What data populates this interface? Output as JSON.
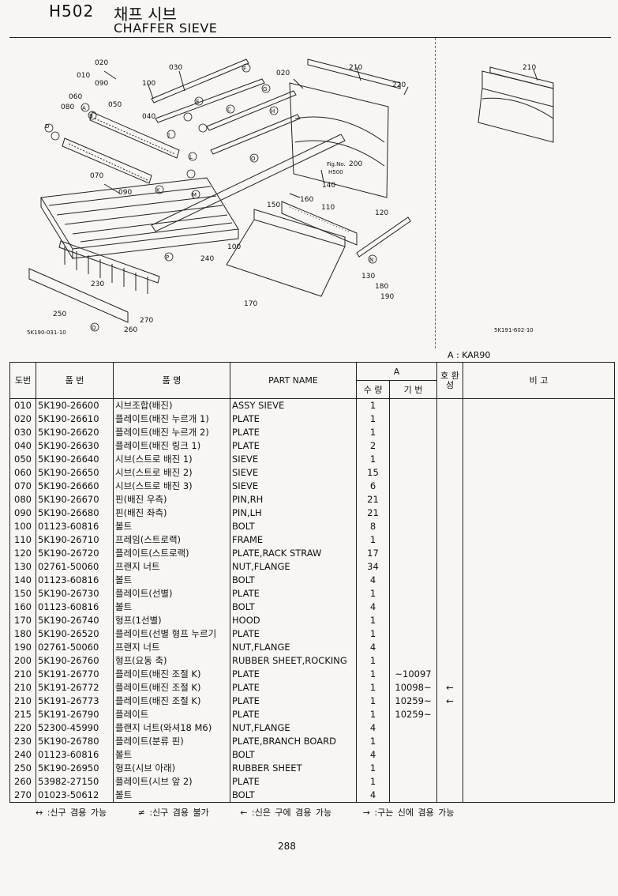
{
  "header": {
    "code": "H502",
    "title_ko": "채프 시브",
    "title_en": "CHAFFER SIEVE"
  },
  "figure_main": {
    "ref_code": "5K190-031-10",
    "labels": [
      "010",
      "020",
      "090",
      "100",
      "030",
      "060",
      "080",
      "050",
      "040",
      "020",
      "210",
      "220",
      "200",
      "070",
      "090",
      "Fig.No.",
      "H500",
      "140",
      "160",
      "150",
      "110",
      "120",
      "130",
      "180",
      "190",
      "240",
      "100",
      "170",
      "230",
      "250",
      "270",
      "260"
    ],
    "circled": [
      "A",
      "B",
      "C",
      "D",
      "E",
      "F",
      "G",
      "H",
      "J",
      "K",
      "L",
      "M",
      "N",
      "O",
      "P",
      "Q"
    ]
  },
  "figure_side": {
    "label": "210",
    "ref_code": "5K191-602-10"
  },
  "model_note": "A : KAR90",
  "table": {
    "headers": {
      "no": "도번",
      "part_no": "품 번",
      "name_ko": "품 명",
      "part_name": "PART NAME",
      "group_a": "A",
      "qty": "수 량",
      "serial": "기 번",
      "interchange": "호 환 성",
      "remarks": "비 고"
    },
    "rows": [
      {
        "no": "010",
        "part_no": "5K190-26600",
        "name_ko": "시브조합(배진)",
        "part_name": "ASSY SIEVE",
        "qty": "1",
        "serial": "",
        "inter": ""
      },
      {
        "no": "020",
        "part_no": "5K190-26610",
        "name_ko": "플레이트(배진 누르개 1)",
        "part_name": "PLATE",
        "qty": "1",
        "serial": "",
        "inter": ""
      },
      {
        "no": "030",
        "part_no": "5K190-26620",
        "name_ko": "플레이트(배진 누르개 2)",
        "part_name": "PLATE",
        "qty": "1",
        "serial": "",
        "inter": ""
      },
      {
        "no": "040",
        "part_no": "5K190-26630",
        "name_ko": "플레이트(배진 링크 1)",
        "part_name": "PLATE",
        "qty": "2",
        "serial": "",
        "inter": ""
      },
      {
        "no": "050",
        "part_no": "5K190-26640",
        "name_ko": "시브(스트로 배진 1)",
        "part_name": "SIEVE",
        "qty": "1",
        "serial": "",
        "inter": ""
      },
      {
        "no": "060",
        "part_no": "5K190-26650",
        "name_ko": "시브(스트로 배진 2)",
        "part_name": "SIEVE",
        "qty": "15",
        "serial": "",
        "inter": ""
      },
      {
        "no": "070",
        "part_no": "5K190-26660",
        "name_ko": "시브(스트로 배진 3)",
        "part_name": "SIEVE",
        "qty": "6",
        "serial": "",
        "inter": ""
      },
      {
        "no": "080",
        "part_no": "5K190-26670",
        "name_ko": "핀(배진 우측)",
        "part_name": "PIN,RH",
        "qty": "21",
        "serial": "",
        "inter": ""
      },
      {
        "no": "090",
        "part_no": "5K190-26680",
        "name_ko": "핀(배진 좌측)",
        "part_name": "PIN,LH",
        "qty": "21",
        "serial": "",
        "inter": ""
      },
      {
        "no": "100",
        "part_no": "01123-60816",
        "name_ko": "볼트",
        "part_name": "BOLT",
        "qty": "8",
        "serial": "",
        "inter": ""
      },
      {
        "no": "110",
        "part_no": "5K190-26710",
        "name_ko": "프레임(스트로랙)",
        "part_name": "FRAME",
        "qty": "1",
        "serial": "",
        "inter": ""
      },
      {
        "no": "120",
        "part_no": "5K190-26720",
        "name_ko": "플레이트(스트로랙)",
        "part_name": "PLATE,RACK STRAW",
        "qty": "17",
        "serial": "",
        "inter": ""
      },
      {
        "no": "130",
        "part_no": "02761-50060",
        "name_ko": "프랜지 너트",
        "part_name": "NUT,FLANGE",
        "qty": "34",
        "serial": "",
        "inter": ""
      },
      {
        "no": "140",
        "part_no": "01123-60816",
        "name_ko": "볼트",
        "part_name": "BOLT",
        "qty": "4",
        "serial": "",
        "inter": ""
      },
      {
        "no": "150",
        "part_no": "5K190-26730",
        "name_ko": "플레이트(선별)",
        "part_name": "PLATE",
        "qty": "1",
        "serial": "",
        "inter": ""
      },
      {
        "no": "160",
        "part_no": "01123-60816",
        "name_ko": "볼트",
        "part_name": "BOLT",
        "qty": "4",
        "serial": "",
        "inter": ""
      },
      {
        "no": "170",
        "part_no": "5K190-26740",
        "name_ko": "형프(1선별)",
        "part_name": "HOOD",
        "qty": "1",
        "serial": "",
        "inter": ""
      },
      {
        "no": "180",
        "part_no": "5K190-26520",
        "name_ko": "플레이트(선별 형프 누르기",
        "part_name": "PLATE",
        "qty": "1",
        "serial": "",
        "inter": ""
      },
      {
        "no": "190",
        "part_no": "02761-50060",
        "name_ko": "프랜지 너트",
        "part_name": "NUT,FLANGE",
        "qty": "4",
        "serial": "",
        "inter": ""
      },
      {
        "no": "200",
        "part_no": "5K190-26760",
        "name_ko": "형프(요동 축)",
        "part_name": "RUBBER SHEET,ROCKING",
        "qty": "1",
        "serial": "",
        "inter": ""
      },
      {
        "no": "210",
        "part_no": "5K191-26770",
        "name_ko": "플레이트(배진 조절 K)",
        "part_name": "PLATE",
        "qty": "1",
        "serial": "~10097",
        "inter": ""
      },
      {
        "no": "210",
        "part_no": "5K191-26772",
        "name_ko": "플레이트(배진 조절 K)",
        "part_name": "PLATE",
        "qty": "1",
        "serial": "10098~",
        "inter": "←"
      },
      {
        "no": "210",
        "part_no": "5K191-26773",
        "name_ko": "플레이트(배진 조절 K)",
        "part_name": "PLATE",
        "qty": "1",
        "serial": "10259~",
        "inter": "←"
      },
      {
        "no": "215",
        "part_no": "5K191-26790",
        "name_ko": "플레이트",
        "part_name": "PLATE",
        "qty": "1",
        "serial": "10259~",
        "inter": ""
      },
      {
        "no": "220",
        "part_no": "52300-45990",
        "name_ko": "플랜지 너트(와셔18 M6)",
        "part_name": "NUT,FLANGE",
        "qty": "4",
        "serial": "",
        "inter": ""
      },
      {
        "no": "230",
        "part_no": "5K190-26780",
        "name_ko": "플레이트(분류 핀)",
        "part_name": "PLATE,BRANCH BOARD",
        "qty": "1",
        "serial": "",
        "inter": ""
      },
      {
        "no": "240",
        "part_no": "01123-60816",
        "name_ko": "볼트",
        "part_name": "BOLT",
        "qty": "4",
        "serial": "",
        "inter": ""
      },
      {
        "no": "250",
        "part_no": "5K190-26950",
        "name_ko": "형프(시브 아래)",
        "part_name": "RUBBER SHEET",
        "qty": "1",
        "serial": "",
        "inter": ""
      },
      {
        "no": "260",
        "part_no": "53982-27150",
        "name_ko": "플레이트(시브 앞 2)",
        "part_name": "PLATE",
        "qty": "1",
        "serial": "",
        "inter": ""
      },
      {
        "no": "270",
        "part_no": "01023-50612",
        "name_ko": "볼트",
        "part_name": "BOLT",
        "qty": "4",
        "serial": "",
        "inter": ""
      }
    ]
  },
  "legend": [
    "↔ :신구 겸용 가능",
    "≠ :신구 겸용 불가",
    "← :신은 구에 겸용 가능",
    "→ :구는 신에 겸용 가능"
  ],
  "page_number": "288"
}
